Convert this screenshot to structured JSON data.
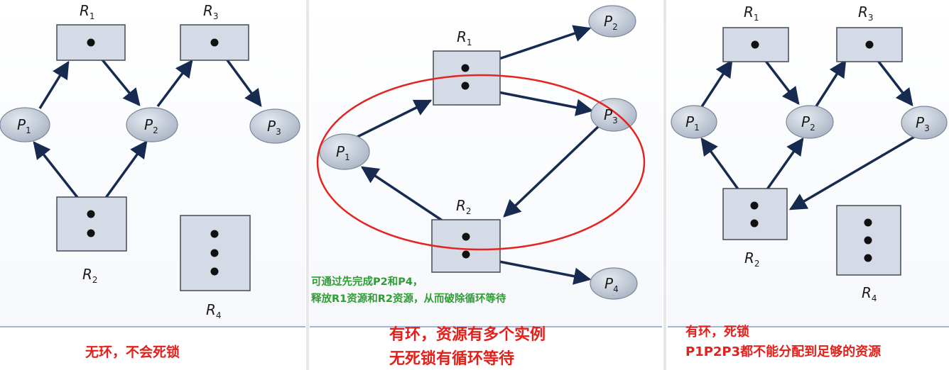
{
  "panels": [
    {
      "resources": {
        "r1": "R",
        "r1_sub": "1",
        "r2": "R",
        "r2_sub": "2",
        "r3": "R",
        "r3_sub": "3",
        "r4": "R",
        "r4_sub": "4"
      },
      "processes": {
        "p1": "P",
        "p1_sub": "1",
        "p2": "P",
        "p2_sub": "2",
        "p3": "P",
        "p3_sub": "3"
      },
      "caption": "无环，不会死锁"
    },
    {
      "resources": {
        "r1": "R",
        "r1_sub": "1",
        "r2": "R",
        "r2_sub": "2"
      },
      "processes": {
        "p1": "P",
        "p1_sub": "1",
        "p2": "P",
        "p2_sub": "2",
        "p3": "P",
        "p3_sub": "3",
        "p4": "P",
        "p4_sub": "4"
      },
      "note_lines": [
        "可通过先完成P2和P4，",
        "释放R1资源和R2资源，从而破除循环等待"
      ],
      "caption_lines": [
        "有环，资源有多个实例",
        "无死锁有循环等待"
      ]
    },
    {
      "resources": {
        "r1": "R",
        "r1_sub": "1",
        "r2": "R",
        "r2_sub": "2",
        "r3": "R",
        "r3_sub": "3",
        "r4": "R",
        "r4_sub": "4"
      },
      "processes": {
        "p1": "P",
        "p1_sub": "1",
        "p2": "P",
        "p2_sub": "2",
        "p3": "P",
        "p3_sub": "3"
      },
      "caption_lines": [
        "有环，死锁",
        "P1P2P3都不能分配到足够的资源"
      ]
    }
  ],
  "colors": {
    "resource_fill": "#d5dbe6",
    "resource_stroke": "#444a55",
    "process_fill": "#bac4d3",
    "arrow": "#172a4f",
    "cycle_highlight": "#e42420",
    "caption": "#e4201b",
    "note": "#2f9c34"
  }
}
